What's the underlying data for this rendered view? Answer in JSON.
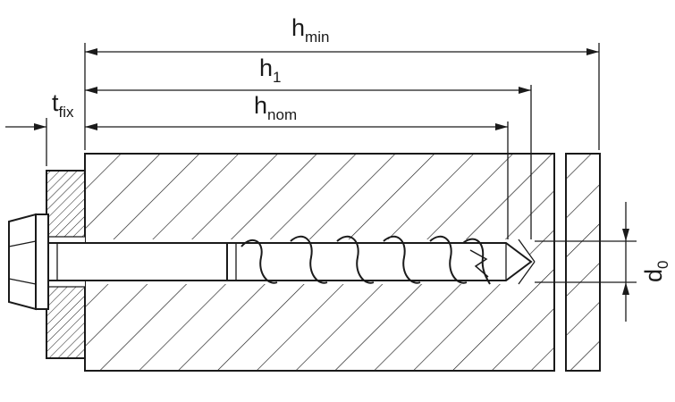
{
  "labels": {
    "h_min": {
      "base": "h",
      "sub": "min"
    },
    "h_1": {
      "base": "h",
      "sub": "1"
    },
    "h_nom": {
      "base": "h",
      "sub": "nom"
    },
    "t_fix": {
      "base": "t",
      "sub": "fix"
    },
    "d_0": {
      "base": "d",
      "sub": "0"
    }
  },
  "colors": {
    "line": "#1a1a1a",
    "background": "#ffffff"
  }
}
